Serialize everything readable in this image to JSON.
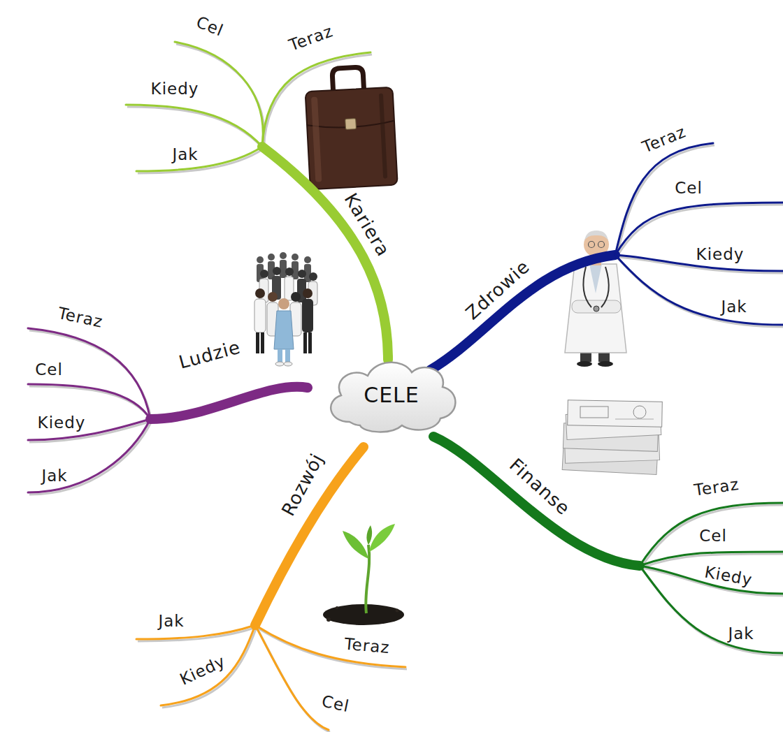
{
  "diagram": {
    "nodes": [
      {
        "text": [
          "CELE"
        ]
      }
    ],
    "labels": [
      "Kariera",
      "Cel",
      "Teraz",
      "Kiedy",
      "Jak",
      "Zdrowie",
      "Teraz",
      "Cel",
      "Kiedy",
      "Jak",
      "Ludzie",
      "Teraz",
      "Cel",
      "Kiedy",
      "Jak",
      "Finanse",
      "Teraz",
      "Cel",
      "Kiedy",
      "Jak",
      "Rozwój",
      "Jak",
      "Kiedy",
      "Teraz",
      "Cel"
    ]
  }
}
